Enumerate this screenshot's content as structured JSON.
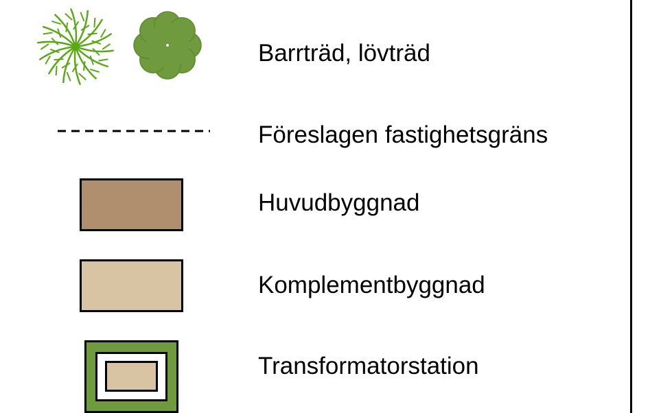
{
  "legend": {
    "items": [
      {
        "label": "Barrträd, lövträd",
        "icon": "tree-icons"
      },
      {
        "label": "Föreslagen fastighetsgräns",
        "icon": "dashed-line-icon"
      },
      {
        "label": "Huvudbyggnad",
        "icon": "main-building-swatch",
        "color": "#b08f6e"
      },
      {
        "label": "Komplementbyggnad",
        "icon": "secondary-building-swatch",
        "color": "#d8c3a3"
      },
      {
        "label": "Transformatorstation",
        "icon": "transformer-station-icon",
        "color": "#6f9a3e"
      }
    ]
  },
  "colors": {
    "conifer": "#5aa815",
    "deciduous": "#6f9a3e",
    "main_building": "#b08f6e",
    "secondary_building": "#d8c3a3",
    "transformer_outer": "#6f9a3e",
    "transformer_inner": "#d8c3a3",
    "border": "#000000"
  }
}
